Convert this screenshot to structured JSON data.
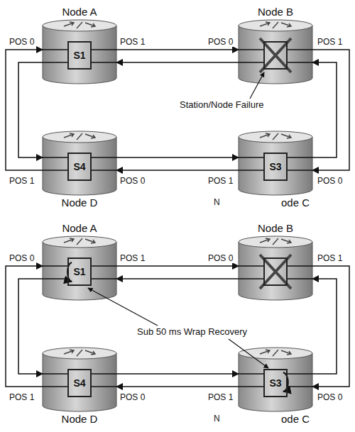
{
  "diagram": {
    "nodes": [
      {
        "text": [
          "Node A",
          "S1"
        ]
      },
      {
        "text": [
          "Node B"
        ]
      },
      {
        "text": [
          "Node D",
          "S4"
        ]
      },
      {
        "text": [
          "ode C",
          "S3"
        ]
      },
      {
        "text": [
          "Node A",
          "S1"
        ]
      },
      {
        "text": [
          "Node B"
        ]
      },
      {
        "text": [
          "Node D",
          "S4"
        ]
      },
      {
        "text": [
          "ode C",
          "S3"
        ]
      }
    ],
    "edges": [
      {
        "from": 0,
        "to": 1,
        "arrow": "to"
      },
      {
        "from": 1,
        "to": 0,
        "arrow": "to"
      },
      {
        "from": 1,
        "to": 3,
        "arrow": "to"
      },
      {
        "from": 3,
        "to": 1,
        "arrow": "to"
      },
      {
        "from": 3,
        "to": 2,
        "arrow": "to"
      },
      {
        "from": 2,
        "to": 3,
        "arrow": "to"
      },
      {
        "from": 2,
        "to": 0,
        "arrow": "to"
      },
      {
        "from": 0,
        "to": 2,
        "arrow": "to"
      },
      {
        "from": 4,
        "to": 5,
        "arrow": "to"
      },
      {
        "from": 5,
        "to": 4,
        "arrow": "to"
      },
      {
        "from": 5,
        "to": 7,
        "arrow": "to"
      },
      {
        "from": 7,
        "to": 5,
        "arrow": "to"
      },
      {
        "from": 7,
        "to": 6,
        "arrow": "to"
      },
      {
        "from": 6,
        "to": 7,
        "arrow": "to"
      },
      {
        "from": 6,
        "to": 4,
        "arrow": "to"
      },
      {
        "from": 4,
        "to": 6,
        "arrow": "to"
      }
    ],
    "labels": [
      "POS 0",
      "POS 1",
      "POS 0",
      "POS 1",
      "Station/Node Failure",
      "POS 1",
      "POS 0",
      "N",
      "POS 1",
      "POS 0",
      "POS 0",
      "POS 1",
      "POS 0",
      "POS 1",
      "Sub 50 ms Wrap Recovery",
      "POS 1",
      "POS 0",
      "N",
      "POS 1",
      "POS 0"
    ]
  }
}
